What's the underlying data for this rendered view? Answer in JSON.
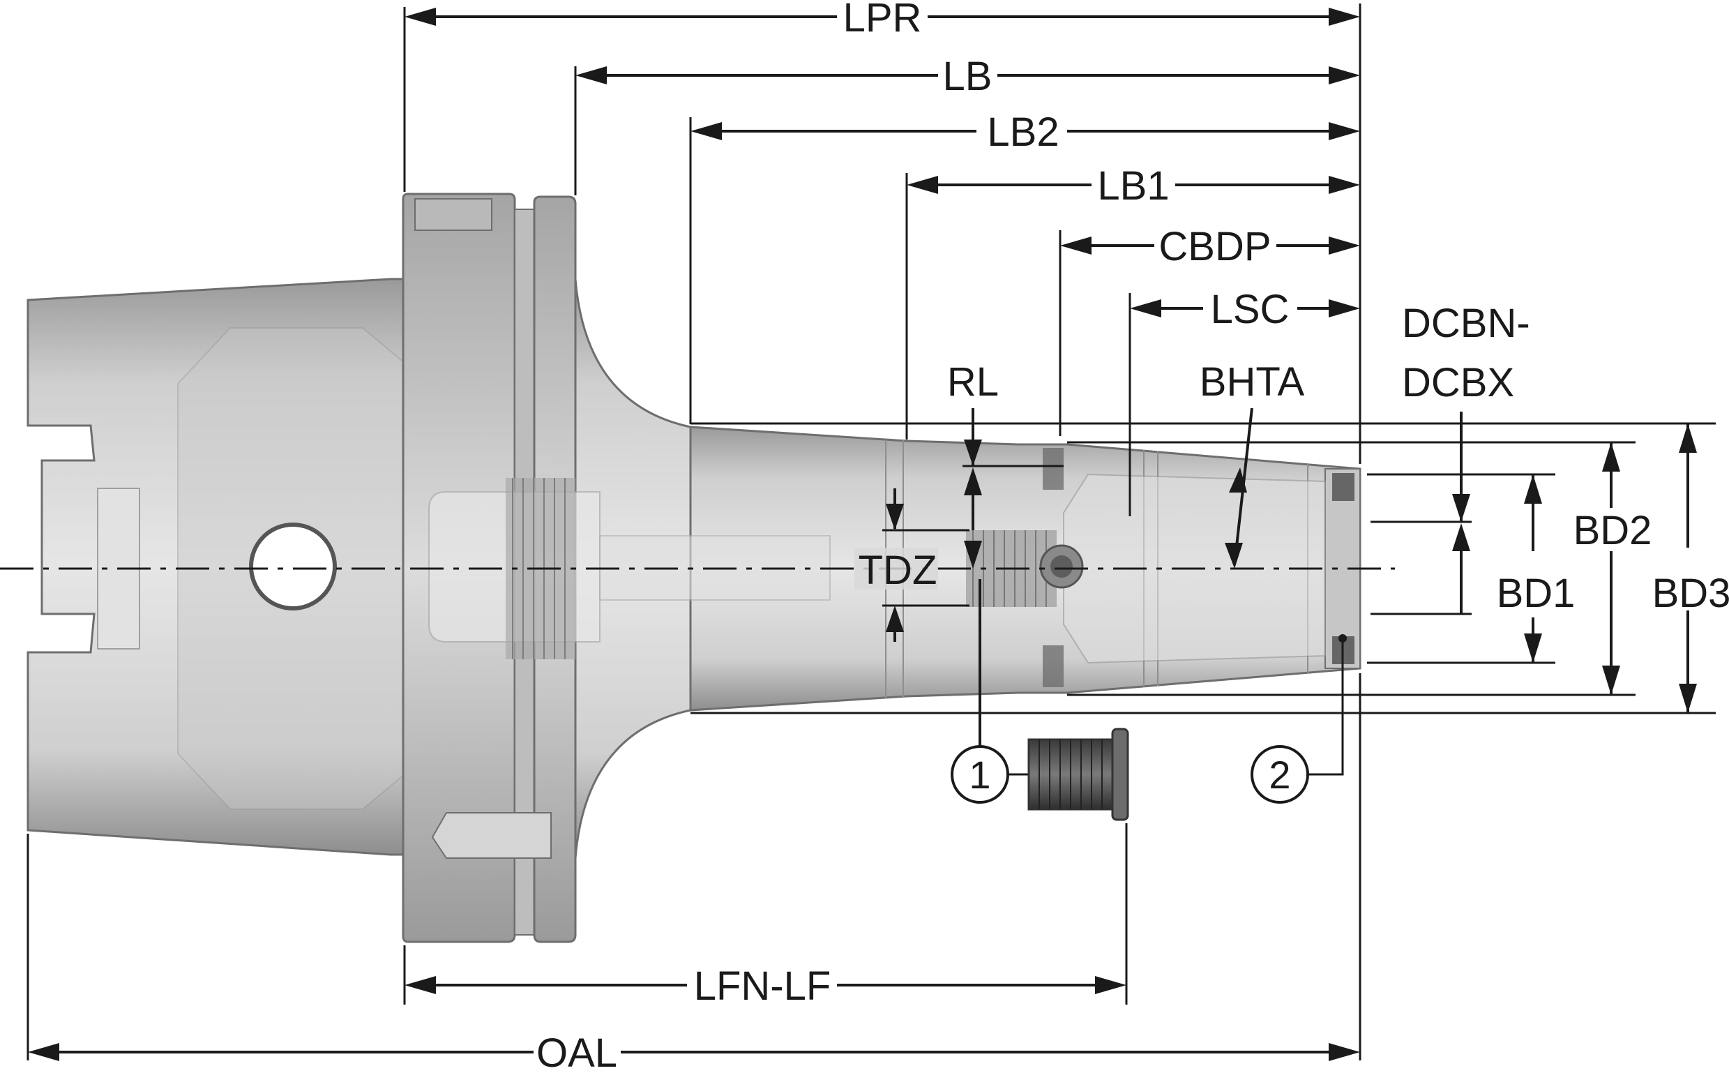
{
  "dimensions": {
    "lpr": "LPR",
    "lb": "LB",
    "lb2": "LB2",
    "lb1": "LB1",
    "cbdp": "CBDP",
    "lsc": "LSC",
    "dcbn_line1": "DCBN-",
    "dcbn_line2": "DCBX",
    "rl": "RL",
    "bhta": "BHTA",
    "tdz": "TDZ",
    "bd1": "BD1",
    "bd2": "BD2",
    "bd3": "BD3",
    "lfn_lf": "LFN-LF",
    "oal": "OAL"
  },
  "callouts": {
    "item1": "1",
    "item2": "2"
  },
  "colors": {
    "body_light": "#d9d9d9",
    "body_mid": "#bdbdbd",
    "body_dark": "#8f8f8f",
    "outline": "#6e6e6e",
    "screw": "#5a5a5a",
    "ink": "#1a1a1a"
  }
}
